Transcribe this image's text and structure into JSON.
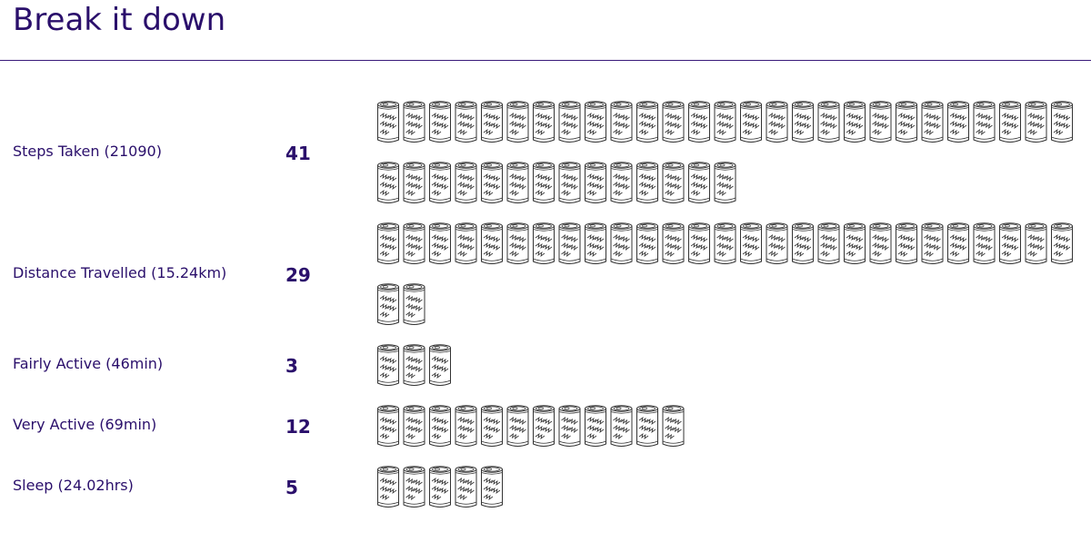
{
  "page": {
    "title": "Break it down"
  },
  "chart_data": {
    "type": "pictograph",
    "unit_icon": "soda-can-icon",
    "categories": [
      "Steps Taken (21090)",
      "Distance Travelled (15.24km)",
      "Fairly Active (46min)",
      "Very Active (69min)",
      "Sleep (24.02hrs)"
    ],
    "values": [
      41,
      29,
      3,
      12,
      5
    ],
    "value_labels": [
      "41",
      "29",
      "3",
      "12",
      "5"
    ],
    "title": "Break it down",
    "xlabel": "",
    "ylabel": "",
    "grid": false,
    "legend": "none",
    "colors": {
      "text": "#2a0f6b",
      "icon_stroke": "#333333",
      "divider": "#3a1a7a"
    }
  }
}
